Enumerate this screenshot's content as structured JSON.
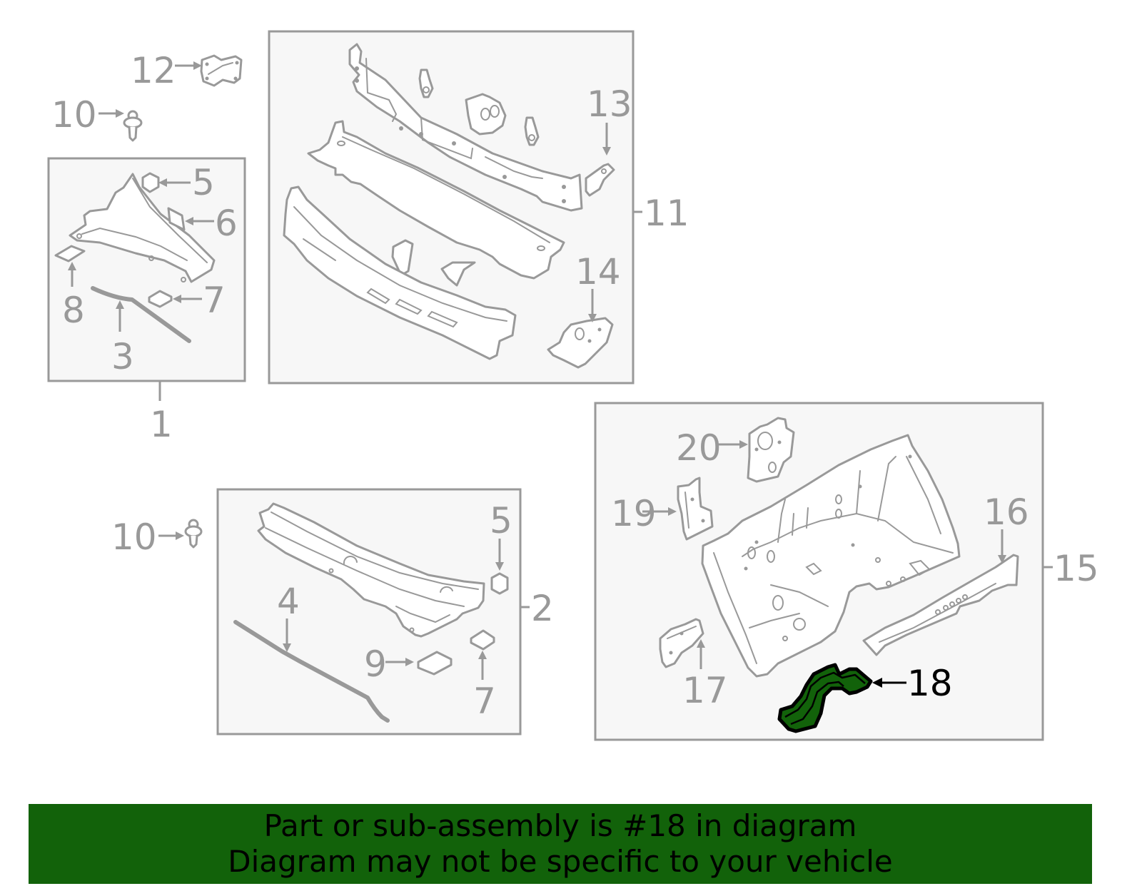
{
  "diagram": {
    "highlighted_part": "18",
    "colors": {
      "line": "#999999",
      "box_fill": "#f7f7f7",
      "highlight_fill": "#12620a",
      "highlight_stroke": "#000000",
      "banner_bg": "#12620a",
      "banner_text": "#000000"
    },
    "groups": [
      {
        "id": "group-1",
        "label": "1",
        "children": [
          "3",
          "5",
          "6",
          "7",
          "8"
        ]
      },
      {
        "id": "group-11",
        "label": "11",
        "children": [
          "13",
          "14"
        ]
      },
      {
        "id": "group-2",
        "label": "2",
        "children": [
          "4",
          "5",
          "7",
          "9"
        ]
      },
      {
        "id": "group-15",
        "label": "15",
        "children": [
          "16",
          "17",
          "18",
          "19",
          "20"
        ]
      }
    ],
    "callouts": {
      "c12": "12",
      "c10a": "10",
      "c5a": "5",
      "c6": "6",
      "c8": "8",
      "c7a": "7",
      "c3": "3",
      "c1": "1",
      "c13": "13",
      "c11": "11",
      "c14": "14",
      "c10b": "10",
      "c5b": "5",
      "c2": "2",
      "c4": "4",
      "c9": "9",
      "c7b": "7",
      "c20": "20",
      "c19": "19",
      "c16": "16",
      "c15": "15",
      "c17": "17",
      "c18": "18"
    }
  },
  "banner": {
    "line1": "Part or sub-assembly is #18 in diagram",
    "line2": "Diagram may not be specific to your vehicle"
  }
}
